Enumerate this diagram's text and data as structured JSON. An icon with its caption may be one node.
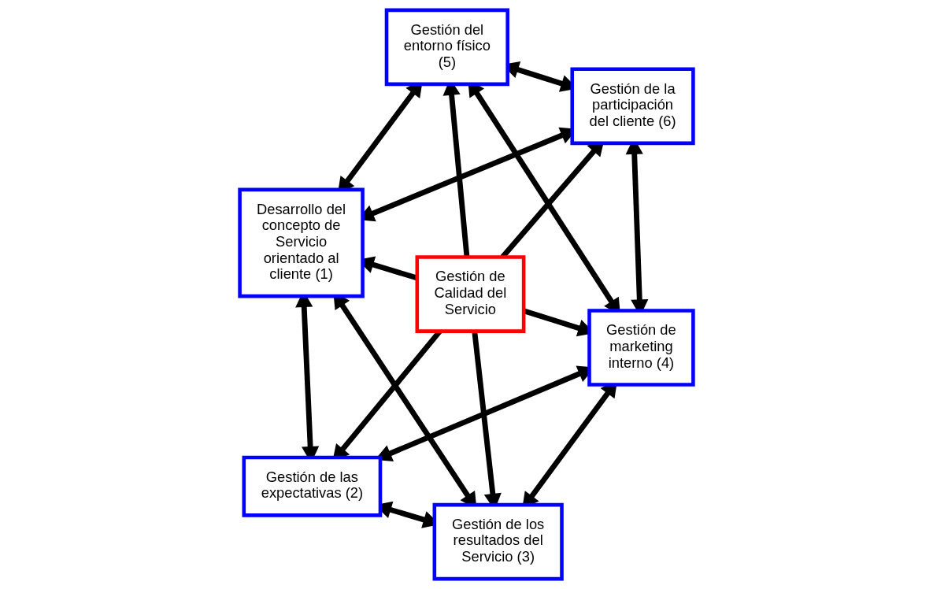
{
  "diagram": {
    "nodes": [
      {
        "text": [
          "Desarrollo del concepto de Servicio orientado al cliente (1)"
        ]
      },
      {
        "text": [
          "Gestión de la participación del cliente (6)"
        ]
      },
      {
        "text": [
          "Gestión de las expectativas (2)"
        ]
      },
      {
        "text": [
          "Gestión de Calidad del Servicio"
        ]
      },
      {
        "text": [
          "Gestión del entorno físico (5)"
        ]
      },
      {
        "text": [
          "Gestión de los resultados del Servicio (3)"
        ]
      },
      {
        "text": [
          "Gestión de marketing interno (4)"
        ]
      }
    ],
    "edges": [
      {
        "from": 3,
        "to": 0,
        "arrow": "to"
      },
      {
        "from": 3,
        "to": 6,
        "arrow": "to"
      },
      {
        "from": 3,
        "to": 1,
        "arrow": "to"
      },
      {
        "from": 3,
        "to": 2,
        "arrow": "to"
      },
      {
        "from": 3,
        "to": 4,
        "arrow": "to"
      },
      {
        "from": 3,
        "to": 5,
        "arrow": "to"
      },
      {
        "from": 0,
        "to": 4,
        "arrow": "both"
      },
      {
        "from": 1,
        "to": 6,
        "arrow": "both"
      },
      {
        "from": 0,
        "to": 5,
        "arrow": "both"
      },
      {
        "from": 2,
        "to": 6,
        "arrow": "both"
      },
      {
        "from": 1,
        "to": 0,
        "arrow": "both"
      },
      {
        "from": 0,
        "to": 2,
        "arrow": "both"
      },
      {
        "from": 2,
        "to": 5,
        "arrow": "both"
      },
      {
        "from": 5,
        "to": 6,
        "arrow": "both"
      },
      {
        "from": 6,
        "to": 4,
        "arrow": "both"
      },
      {
        "from": 4,
        "to": 1,
        "arrow": "both"
      }
    ]
  }
}
